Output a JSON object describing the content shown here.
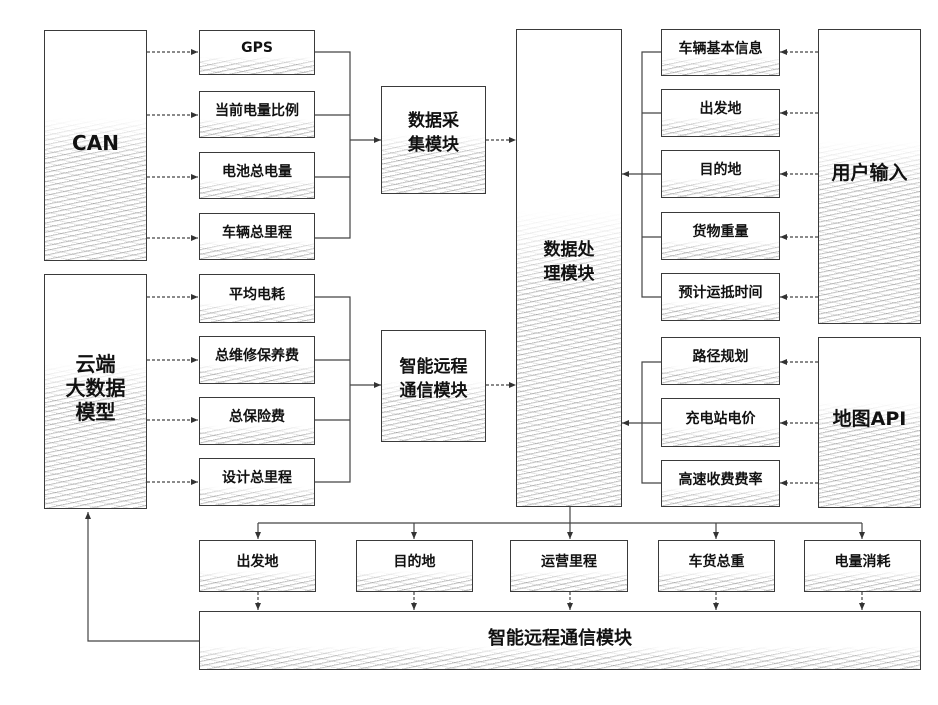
{
  "sources": {
    "can": "CAN",
    "cloud": "云端\n大数据\n模型",
    "user_input": "用户输入",
    "map_api": "地图API"
  },
  "can_items": [
    "GPS",
    "当前电量比例",
    "电池总电量",
    "车辆总里程"
  ],
  "cloud_items": [
    "平均电耗",
    "总维修保养费",
    "总保险费",
    "设计总里程"
  ],
  "user_items": [
    "车辆基本信息",
    "出发地",
    "目的地",
    "货物重量",
    "预计运抵时间"
  ],
  "map_items": [
    "路径规划",
    "充电站电价",
    "高速收费费率"
  ],
  "modules": {
    "data_collection": "数据采\n集模块",
    "smart_comm_upper": "智能远程\n通信模块",
    "data_processing": "数据处\n理模块",
    "smart_comm_bottom": "智能远程通信模块"
  },
  "outputs": [
    "出发地",
    "目的地",
    "运营里程",
    "车货总重",
    "电量消耗"
  ]
}
